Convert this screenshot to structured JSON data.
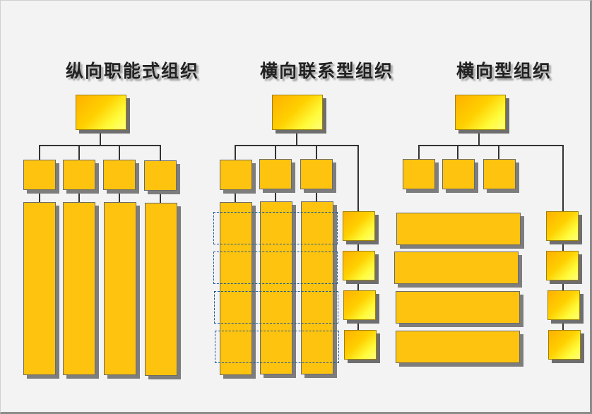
{
  "titles": {
    "vertical": "纵向职能式组织",
    "matrix": "横向联系型组织",
    "horizontal": "横向型组织"
  }
}
